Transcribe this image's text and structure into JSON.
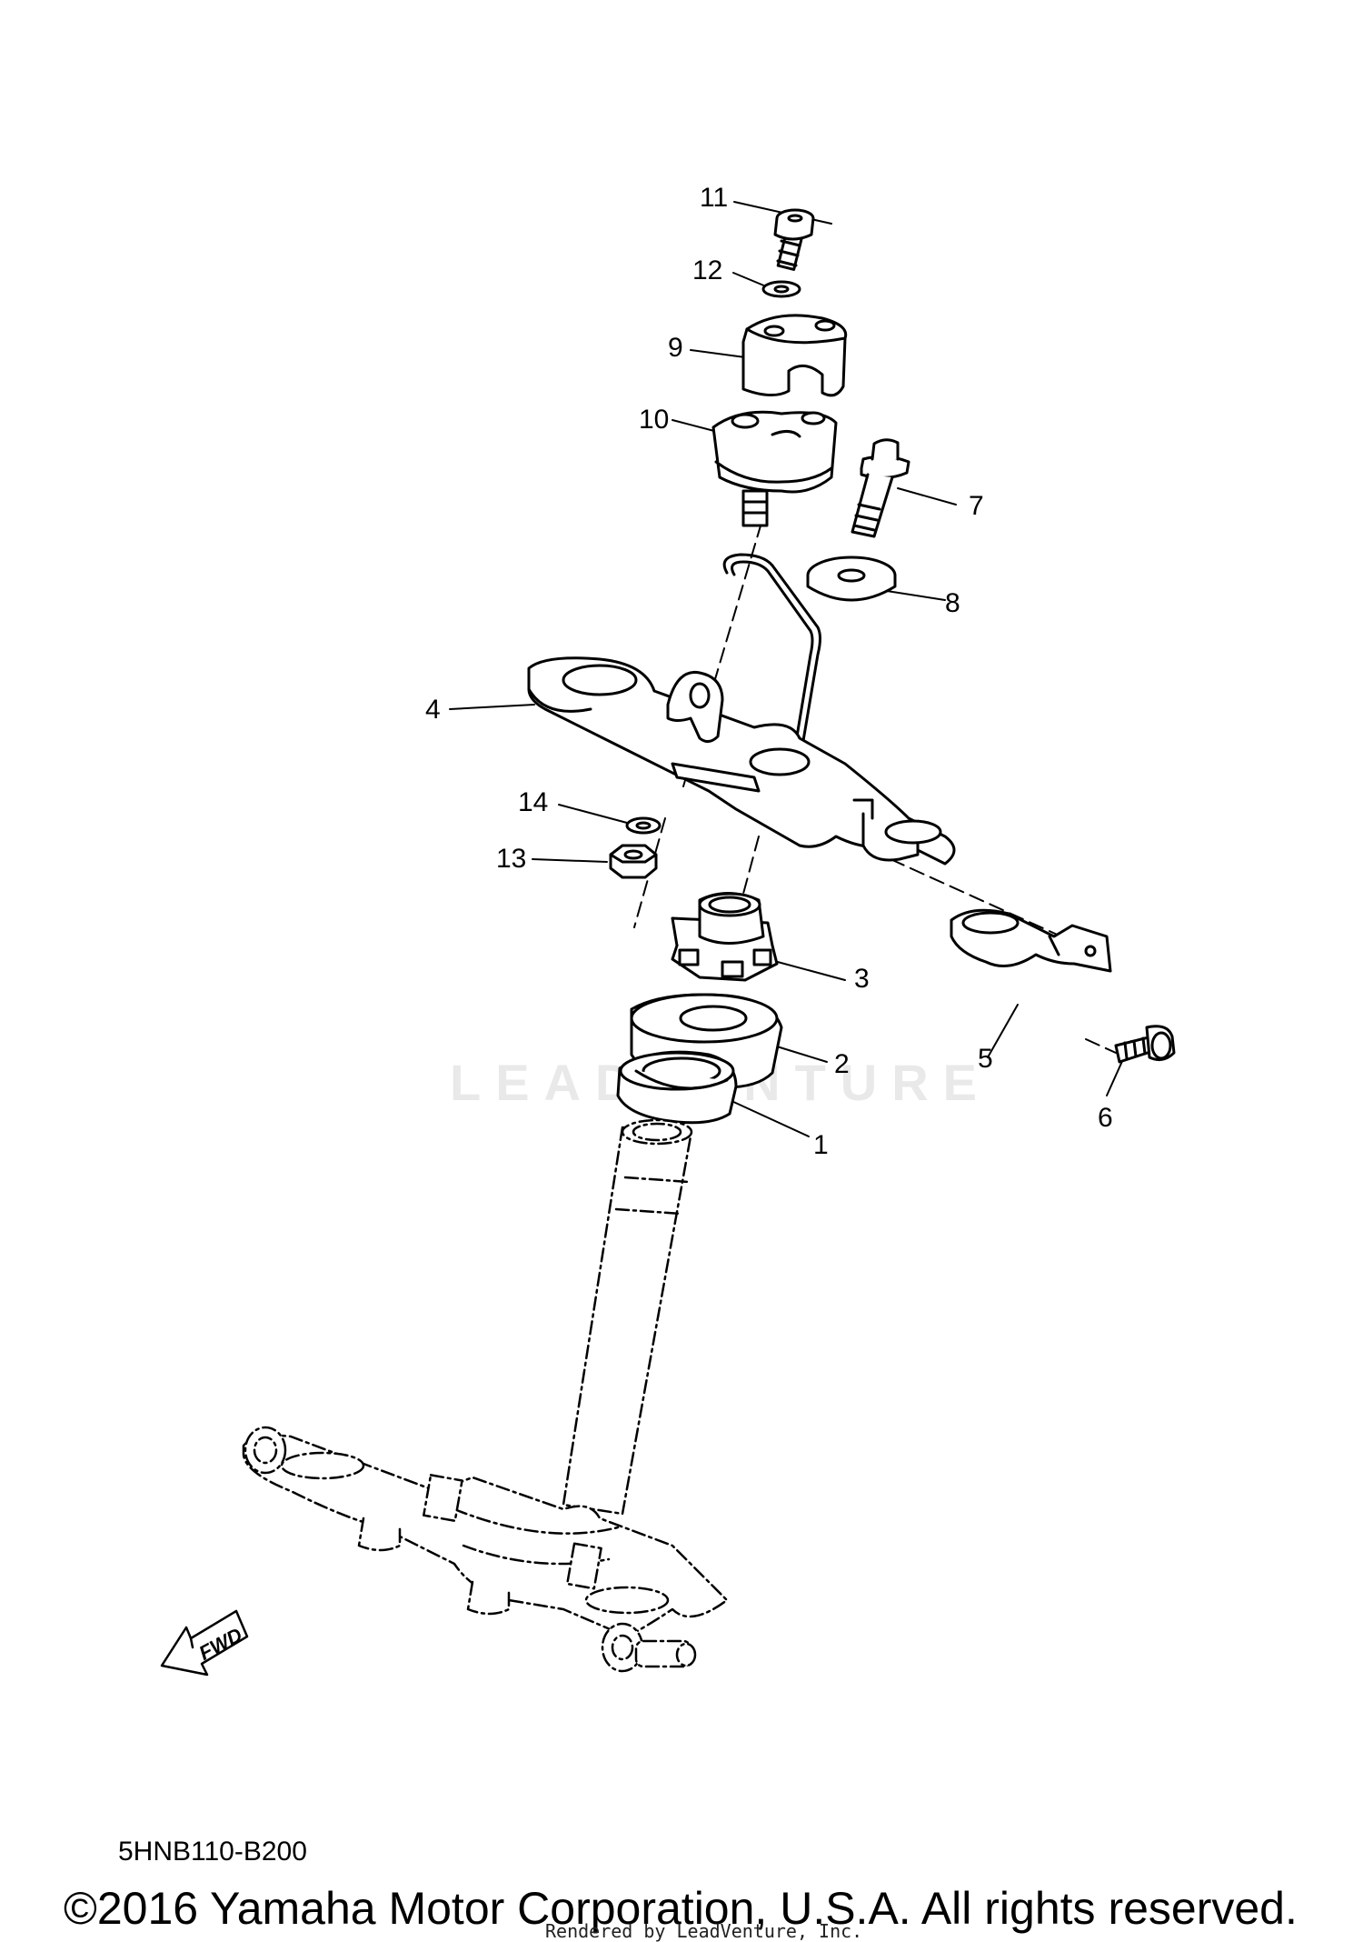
{
  "watermark": "LEADVENTURE",
  "diagram_code": "5HNB110-B200",
  "fwd_label": "FWD",
  "copyright": "©2016 Yamaha Motor Corporation, U.S.A. All rights reserved.",
  "rendered_by": "Rendered by LeadVenture, Inc.",
  "callouts": {
    "c1": "1",
    "c2": "2",
    "c3": "3",
    "c4": "4",
    "c5": "5",
    "c6": "6",
    "c7": "7",
    "c8": "8",
    "c9": "9",
    "c10": "10",
    "c11": "11",
    "c12": "12",
    "c13": "13",
    "c14": "14"
  }
}
